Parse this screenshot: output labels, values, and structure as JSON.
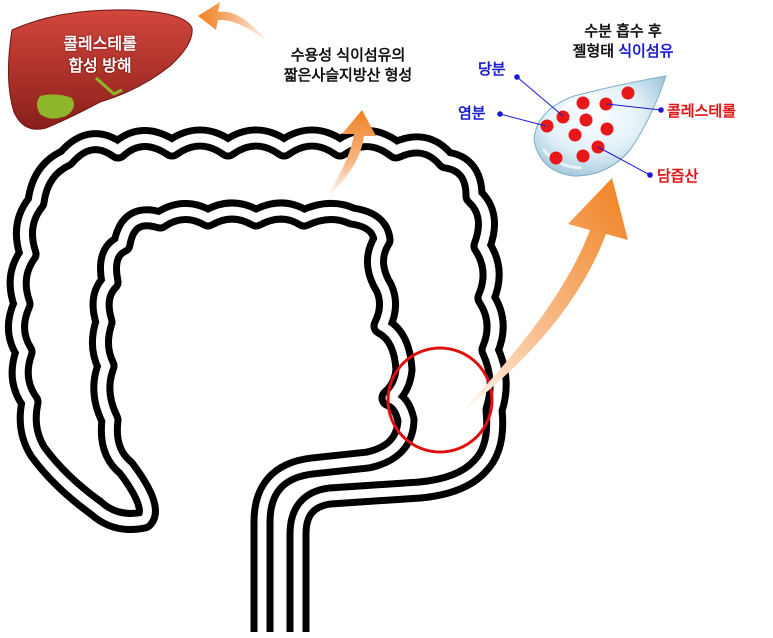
{
  "liver": {
    "line1": "콜레스테롤",
    "line2": "합성 방해"
  },
  "scfa_label": {
    "line1": "수용성 식이섬유의",
    "line2": "짧은사슬지방산 형성"
  },
  "gel_label": {
    "line1": "수분 흡수 후",
    "line2_prefix": "젤형태 ",
    "line2_highlight": "식이섬유"
  },
  "droplet_labels": {
    "sugar": "당분",
    "salt": "염분",
    "cholesterol": "콜레스테롤",
    "bile_acid": "담즙산"
  },
  "colors": {
    "intestine_outline": "#000000",
    "arrow_orange": "#f58a2a",
    "highlight_circle": "#e01010",
    "particle_red": "#e81818",
    "liver_red": "#b8302a",
    "gallbladder_green": "#8fb52a",
    "label_blue": "#1a1ad0",
    "label_red": "#e01515"
  }
}
